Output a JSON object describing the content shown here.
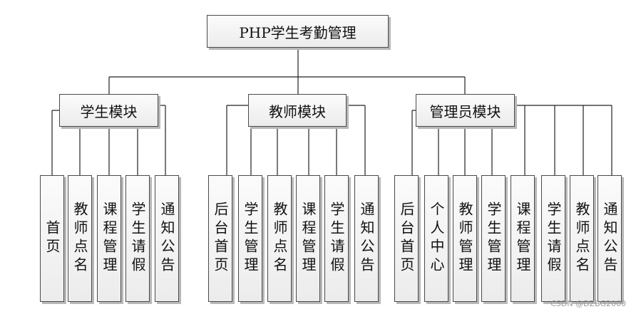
{
  "root": {
    "label": "PHP学生考勤管理"
  },
  "modules": [
    {
      "label": "学生模块",
      "children": [
        "首页",
        "教师点名",
        "课程管理",
        "学生请假",
        "通知公告"
      ]
    },
    {
      "label": "教师模块",
      "children": [
        "后台首页",
        "学生管理",
        "教师点名",
        "课程管理",
        "学生请假",
        "通知公告"
      ]
    },
    {
      "label": "管理员模块",
      "children": [
        "后台首页",
        "个人中心",
        "教师管理",
        "学生管理",
        "课程管理",
        "学生请假",
        "教师点名",
        "通知公告"
      ]
    }
  ],
  "watermark": "CSDN @DZBG2000"
}
